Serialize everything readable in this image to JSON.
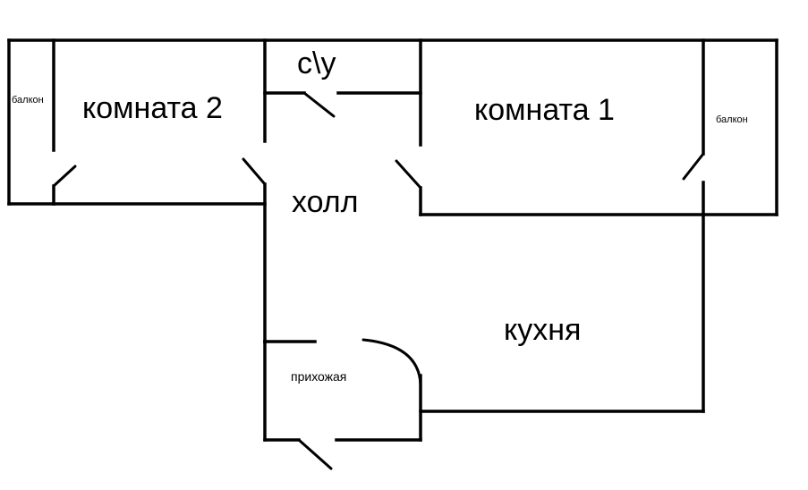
{
  "floorplan": {
    "rooms": {
      "room2": "комната 2",
      "room1": "комната 1",
      "bathroom": "с\\у",
      "hall": "холл",
      "kitchen": "кухня",
      "entrance": "прихожая",
      "balcony_left": "балкон",
      "balcony_right": "балкон"
    }
  }
}
